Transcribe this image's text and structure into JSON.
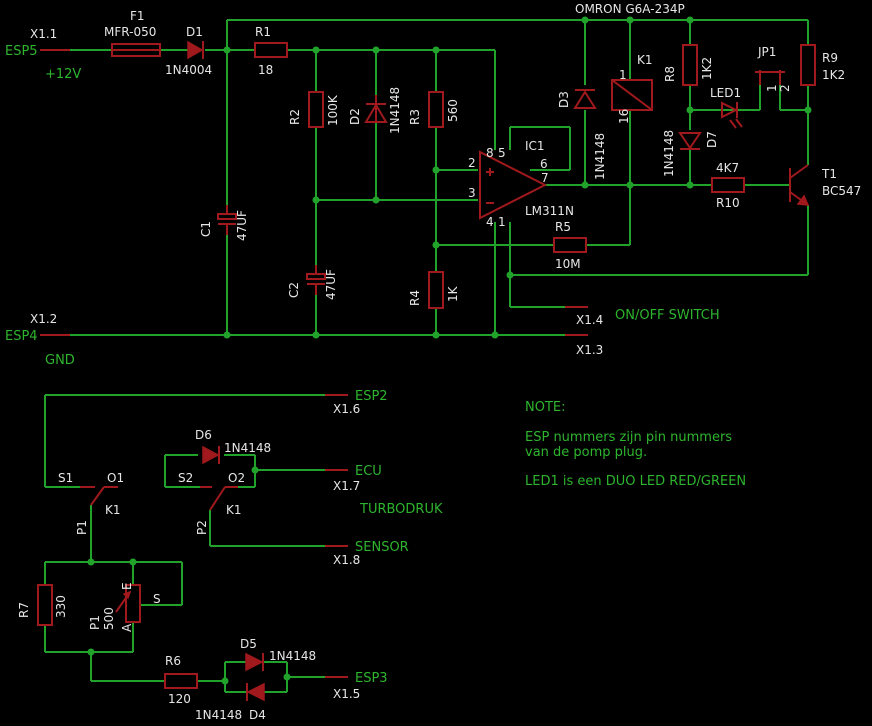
{
  "connectors": {
    "esp5": "ESP5",
    "x11": "X1.1",
    "v12": "+12V",
    "esp4": "ESP4",
    "x12": "X1.2",
    "gnd": "GND",
    "x14": "X1.4",
    "x13": "X1.3",
    "onoff": "ON/OFF SWITCH",
    "esp2": "ESP2",
    "x16": "X1.6",
    "ecu": "ECU",
    "x17": "X1.7",
    "sensor": "SENSOR",
    "x18": "X1.8",
    "esp3": "ESP3",
    "x15": "X1.5",
    "turbo": "TURBODRUK"
  },
  "parts": {
    "f1": "F1",
    "f1v": "MFR-050",
    "d1": "D1",
    "d1v": "1N4004",
    "r1": "R1",
    "r1v": "18",
    "r2": "R2",
    "r2v": "100K",
    "d2": "D2",
    "d2v": "1N4148",
    "r3": "R3",
    "r3v": "560",
    "c1": "C1",
    "c1v": "47UF",
    "c2": "C2",
    "c2v": "47UF",
    "r4": "R4",
    "r4v": "1K",
    "ic1": "IC1",
    "ic1v": "LM311N",
    "pin2": "2",
    "pin3": "3",
    "pin8": "8",
    "pin5": "5",
    "pin6": "6",
    "pin7": "7",
    "pin4": "4",
    "pin1": "1",
    "r5": "R5",
    "r5v": "10M",
    "d3": "D3",
    "d3v": "1N4148",
    "relay": "OMRON G6A-234P",
    "k1": "K1",
    "k1p1": "1",
    "k1p16": "16",
    "r8": "R8",
    "r8v": "1K2",
    "led1": "LED1",
    "d7": "D7",
    "d7v": "1N4148",
    "jp1": "JP1",
    "jp1a": "1",
    "jp1b": "2",
    "r9": "R9",
    "r9v": "1K2",
    "r10v": "4K7",
    "r10": "R10",
    "t1": "T1",
    "t1v": "BC547",
    "d6": "D6",
    "d6v": "1N4148",
    "s1": "S1",
    "o1": "O1",
    "p1c": "P1",
    "k1a": "K1",
    "s2": "S2",
    "o2": "O2",
    "p2c": "P2",
    "k1b": "K1",
    "r7": "R7",
    "r7v": "330",
    "pot": "P1",
    "potv": "500",
    "pe": "E",
    "pa": "A",
    "ps": "S",
    "r6": "R6",
    "r6v": "120",
    "d5": "D5",
    "d5v": "1N4148",
    "d4v": "1N4148",
    "d4": "D4"
  },
  "note": {
    "title": "NOTE:",
    "line1": "ESP nummers zijn pin nummers",
    "line2": "van de pomp plug.",
    "line3": "LED1 is een DUO LED RED/GREEN"
  },
  "colors": {
    "wire": "#21a32b",
    "part": "#a0191c",
    "label": "#e6e6e6",
    "net": "#2eb52e"
  }
}
